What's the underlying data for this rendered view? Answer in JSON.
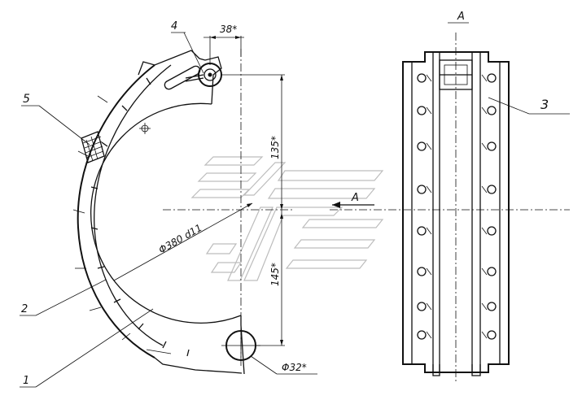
{
  "labels": {
    "callout_1": "1",
    "callout_2": "2",
    "callout_3": "3",
    "callout_4": "4",
    "callout_5": "5",
    "dim_top": "38*",
    "dim_upper_vertical": "135*",
    "dim_lower_vertical": "145*",
    "dim_diameter_main": "Φ380 d11",
    "dim_diameter_hole": "Φ32*",
    "section_letter_top": "A",
    "section_letter_mid": "A"
  },
  "colors": {
    "ink": "#111111",
    "watermark": "#bdbdbd"
  }
}
